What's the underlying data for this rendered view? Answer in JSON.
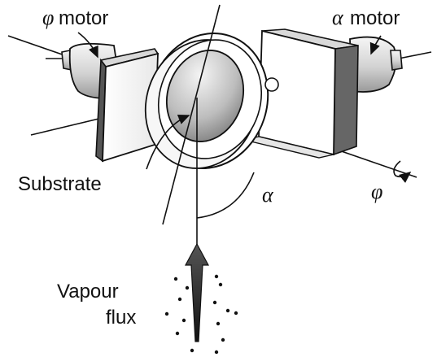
{
  "labels": {
    "phi_symbol": "φ",
    "phi_motor": "motor",
    "alpha_symbol": "α",
    "alpha_motor": "motor",
    "substrate": "Substrate",
    "alpha_angle": "α",
    "phi_rotation": "φ",
    "vapour_line1": "Vapour",
    "vapour_line2": "flux"
  },
  "colors": {
    "ink": "#111111",
    "motor_light": "#f2f2f2",
    "motor_dark": "#9a9a9a",
    "disc_light": "#f4f4f4",
    "disc_dark": "#8a8a8a"
  }
}
